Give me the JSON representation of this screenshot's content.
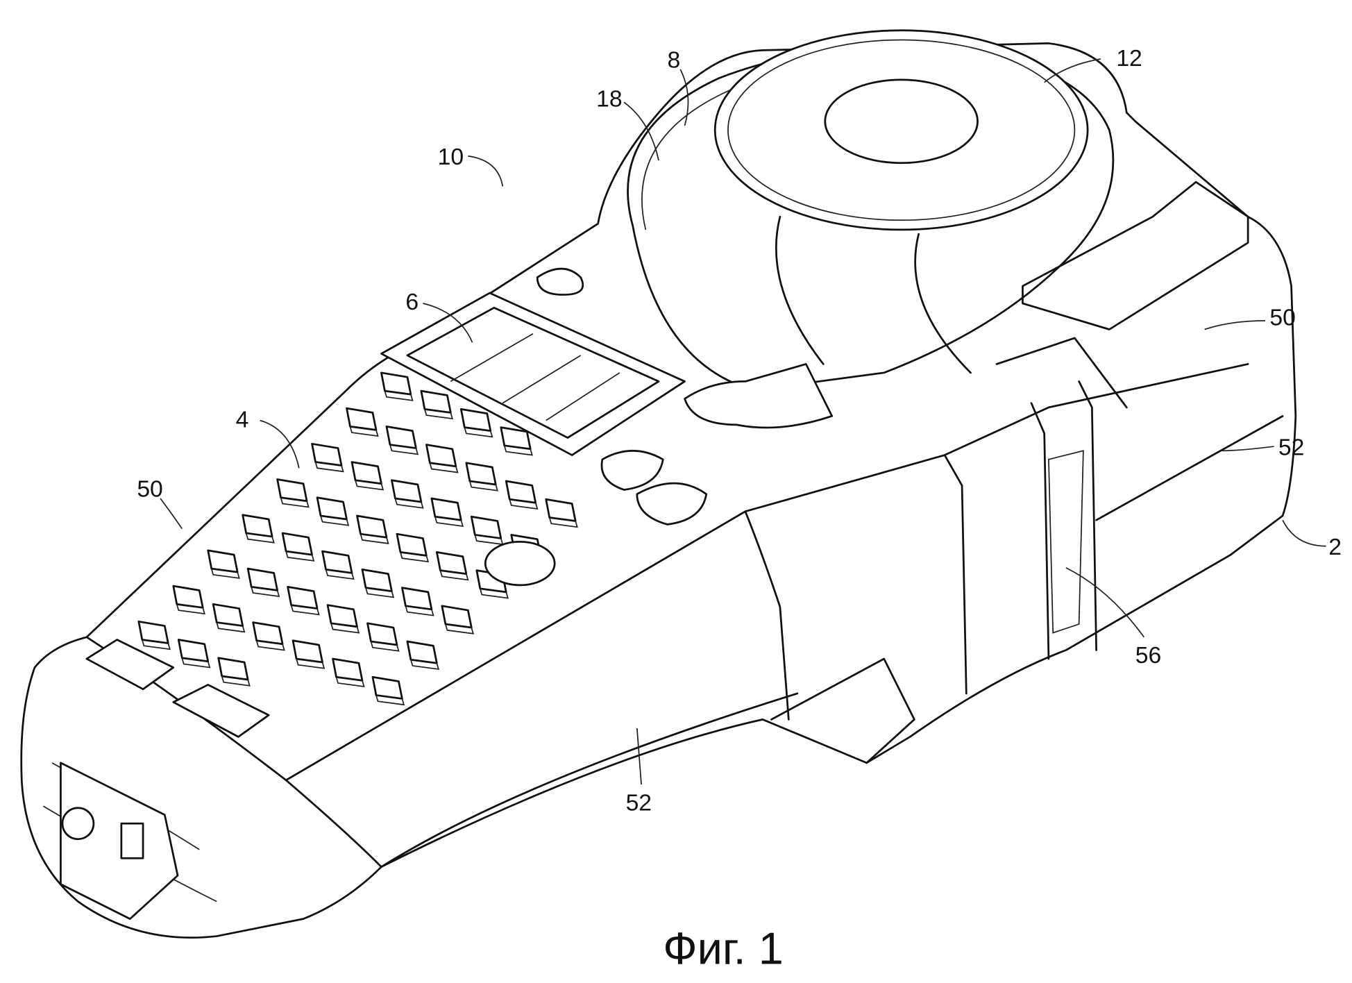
{
  "figure": {
    "caption": "Фиг. 1",
    "reference_numerals": {
      "device": "10",
      "cover": "8",
      "tape_roll": "12",
      "cartridge_bay": "18",
      "display": "6",
      "keyboard": "4",
      "upper_housing_left": "50",
      "upper_housing_right": "50",
      "lower_housing_right": "52",
      "lower_housing_front": "52",
      "housing": "2",
      "joint": "56"
    }
  }
}
